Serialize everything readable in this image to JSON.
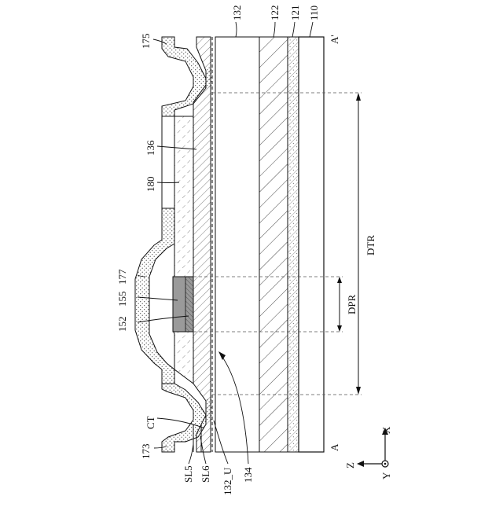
{
  "figure": {
    "endpoints": {
      "left": "A",
      "right": "A'"
    },
    "layer_labels": {
      "l110": "110",
      "l121": "121",
      "l122": "122",
      "l132": "132",
      "l134": "134",
      "l132u": "132_U",
      "l136": "136",
      "l152": "152",
      "l155": "155",
      "l177": "177",
      "l180": "180",
      "l175": "175",
      "l173": "173",
      "lsl5": "SL5",
      "lsl6": "SL6",
      "lct": "CT"
    },
    "regions": {
      "dtr": "DTR",
      "dpr": "DPR"
    },
    "axes": {
      "x": "X",
      "y": "Y",
      "z": "Z"
    }
  }
}
